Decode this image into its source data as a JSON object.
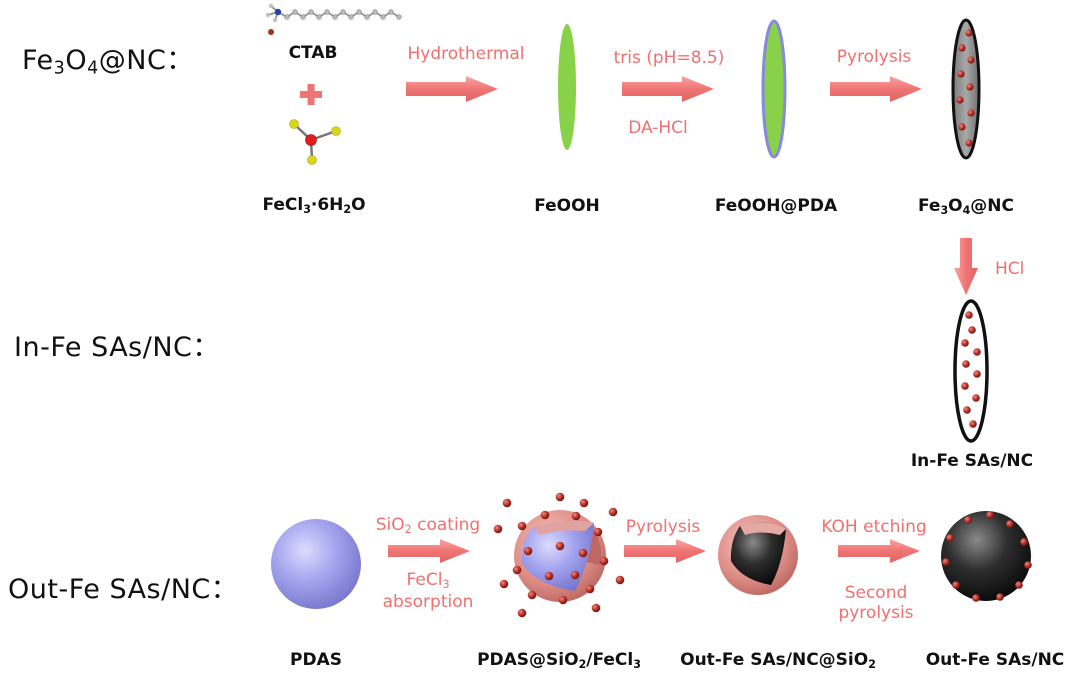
{
  "rows": {
    "fe3o4nc": {
      "label_prefix": "Fe",
      "label_sub1": "3",
      "label_mid": "O",
      "label_sub2": "4",
      "label_suffix": "@NC："
    },
    "infe": {
      "label": "In-Fe SAs/NC："
    },
    "outfe": {
      "label": "Out-Fe SAs/NC："
    }
  },
  "reagents": {
    "ctab": "CTAB",
    "plus": "+",
    "fecl3_a": "FeCl",
    "fecl3_sub": "3",
    "fecl3_b": "·6H",
    "fecl3_sub2": "2",
    "fecl3_c": "O"
  },
  "steps": {
    "hydrothermal": "Hydrothermal",
    "tris": "tris (pH=8.5)",
    "dahcl": "DA-HCl",
    "pyrolysis1": "Pyrolysis",
    "hcl": "HCl",
    "sio2_a": "SiO",
    "sio2_sub": "2",
    "sio2_b": " coating",
    "fecl3abs_a": "FeCl",
    "fecl3abs_sub": "3",
    "fecl3abs_b": "absorption",
    "pyrolysis2": "Pyrolysis",
    "koh": "KOH etching",
    "second_a": "Second",
    "second_b": "pyrolysis"
  },
  "products": {
    "feooh": "FeOOH",
    "feoohpda": "FeOOH@PDA",
    "fe3o4_a": "Fe",
    "fe3o4_sub1": "3",
    "fe3o4_b": "O",
    "fe3o4_sub2": "4",
    "fe3o4_c": "@NC",
    "infe": "In-Fe SAs/NC",
    "pdas": "PDAS",
    "pdassio2_a": "PDAS@SiO",
    "pdassio2_sub": "2",
    "pdassio2_b": "/FeCl",
    "pdassio2_sub2": "3",
    "outfesio2_a": "Out-Fe SAs/NC@SiO",
    "outfesio2_sub": "2",
    "outfe": "Out-Fe SAs/NC"
  },
  "colors": {
    "arrow": "#f07474",
    "feooh_green": "#88d24a",
    "pda_border": "#8888dd",
    "shell_pink": "#d98580",
    "sphere_blue": "#9a9ae8",
    "fe_dot": "#b02a22"
  }
}
